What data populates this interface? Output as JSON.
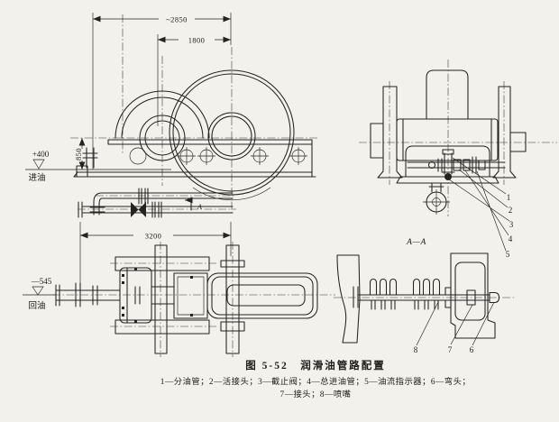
{
  "figure": {
    "title": "图 5-52　润滑油管路配置",
    "legend_line1": "1—分油管；2—活接头；3—截止阀；4—总进油管；5—油流指示器；6—弯头；",
    "legend_line2": "7—接头；8—喷嘴"
  },
  "dimensions": {
    "overall_width": "~2850",
    "gear_center_width": "1800",
    "center_height": "850",
    "plan_length": "3200"
  },
  "levels": {
    "inlet_value": "+400",
    "inlet_name": "进油",
    "return_value": "—545",
    "return_name": "回油"
  },
  "section_label": "A—A",
  "cut_label": "A",
  "callouts": {
    "n1": "1",
    "n2": "2",
    "n3": "3",
    "n4": "4",
    "n5": "5",
    "n6": "6",
    "n7": "7",
    "n8": "8"
  },
  "colors": {
    "paper": "#f3f1ec",
    "ink": "#24231f"
  }
}
